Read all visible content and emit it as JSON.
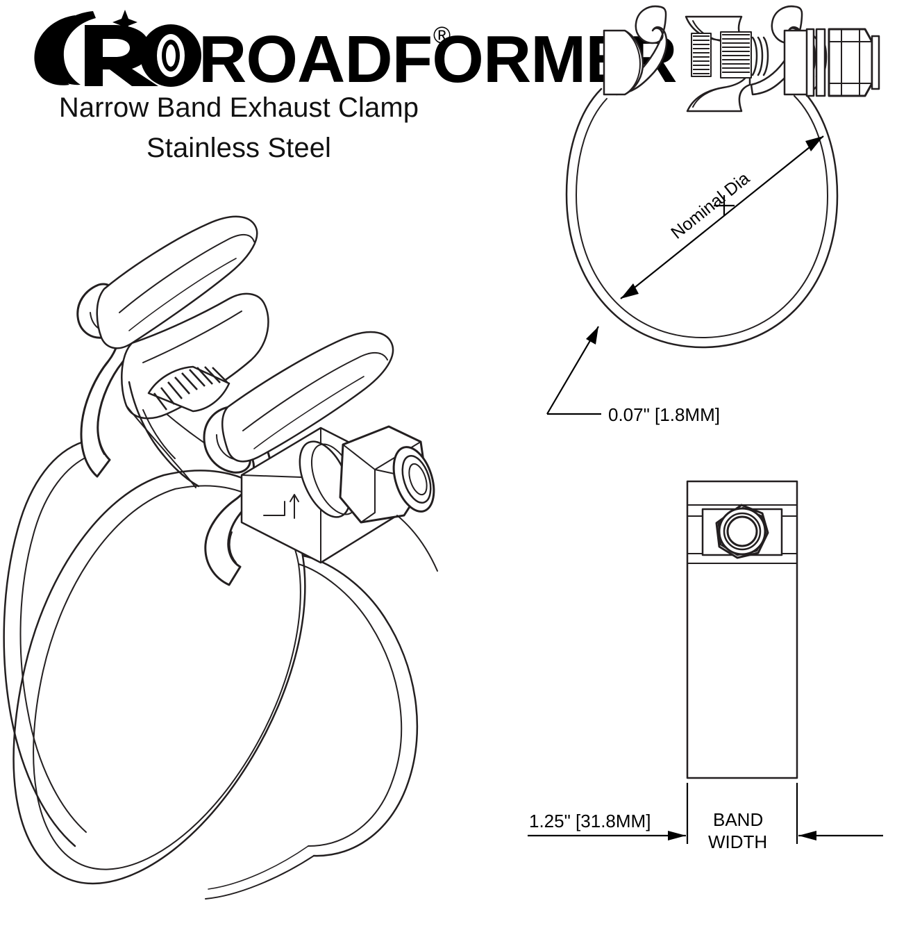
{
  "brand": {
    "logo_wordmark": "ROADFORMER",
    "logo_mark": "r-swoosh-tire-logo",
    "trademark_symbol": "®",
    "subtitle_line1": "Narrow Band Exhaust Clamp",
    "subtitle_line2": "Stainless Steel"
  },
  "figures": {
    "isometric": {
      "name": "Narrow Band Exhaust Clamp isometric view",
      "parts": [
        "band",
        "rolled-edge-tail",
        "saddle-bridge",
        "threaded-rod",
        "hex-nut",
        "washer"
      ]
    },
    "ring_view": {
      "name": "Clamp front/ring view with nominal diameter callout",
      "diameter_label": "Nominal Dia",
      "thickness_label": "0.07\" [1.8MM]",
      "center_mark": "cross"
    },
    "band_view": {
      "name": "Band width side view",
      "width_label_value": "1.25\"  [31.8MM]",
      "width_label_name_line1": "BAND",
      "width_label_name_line2": "WIDTH"
    }
  },
  "colors": {
    "background": "#ffffff",
    "line": "#231f20",
    "text": "#000000"
  }
}
